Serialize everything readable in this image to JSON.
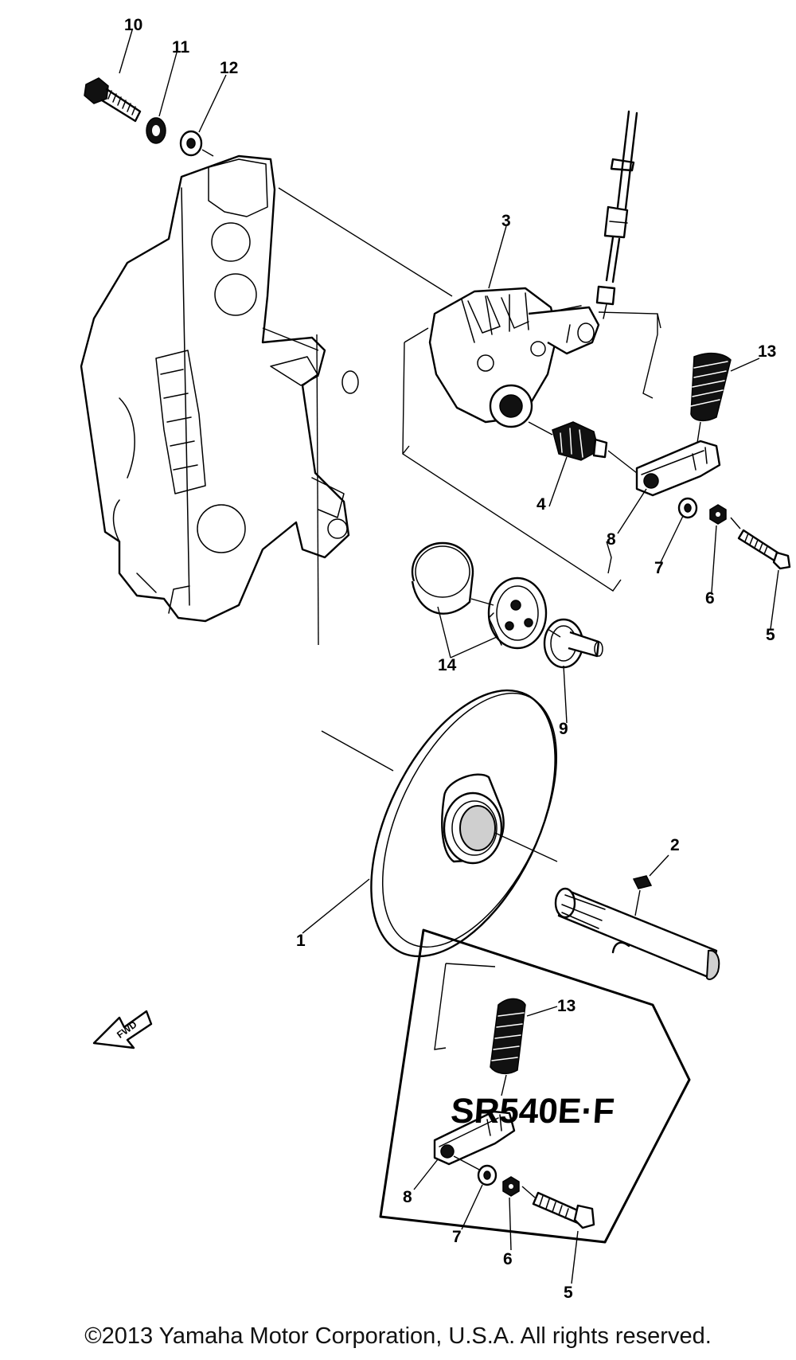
{
  "diagram": {
    "callouts": [
      "1",
      "2",
      "3",
      "4",
      "5",
      "6",
      "7",
      "8",
      "9",
      "10",
      "11",
      "12",
      "13",
      "14"
    ],
    "inset": {
      "model_label": "SR540E·F",
      "callouts": [
        "13",
        "8",
        "7",
        "6",
        "5"
      ]
    },
    "direction_marker": "FWD"
  },
  "footer": {
    "copyright": "©2013 Yamaha Motor Corporation, U.S.A. All rights reserved."
  }
}
